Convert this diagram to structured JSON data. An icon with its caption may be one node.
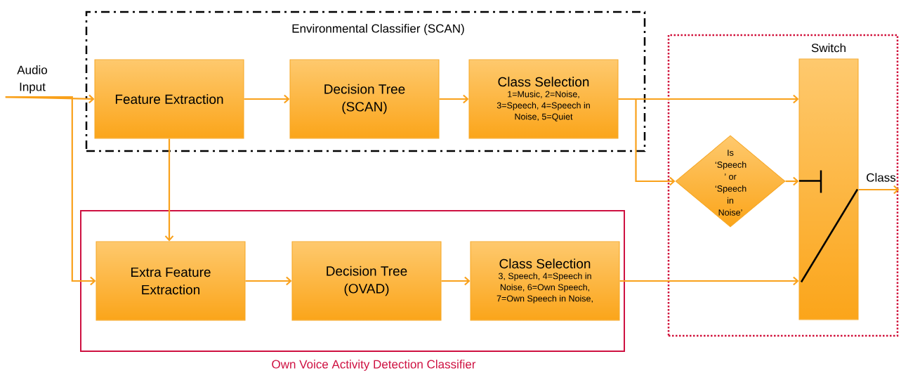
{
  "diagram": {
    "nodes": [
      {
        "text": [
          "Environmental Classifier (SCAN)"
        ]
      },
      {
        "text": [
          "Feature Extraction"
        ],
        "in": 0
      },
      {
        "text": [
          "Decision Tree (SCAN)"
        ],
        "in": 0
      },
      {
        "text": [
          "Class Selection",
          "1=Music, 2=Noise, 3=Speech, 4=Speech in Noise, 5=Quiet"
        ],
        "in": 0
      },
      {
        "text": [
          "Own Voice Activity Detection Classifier"
        ]
      },
      {
        "text": [
          "Extra Feature Extraction"
        ],
        "in": 4
      },
      {
        "text": [
          "Decision Tree (OVAD)"
        ],
        "in": 4
      },
      {
        "text": [
          "Class Selection",
          "3, Speech, 4=Speech in Noise, 6=Own Speech, 7=Own Speech in Noise,"
        ],
        "in": 4
      },
      {
        "text": [],
        "shape": "box"
      },
      {
        "text": [
          "Is ‘Speech ’ or ‘Speech in Noise’"
        ],
        "in": 8
      },
      {
        "text": [
          "Switch"
        ],
        "in": 8
      },
      {
        "text": [
          "Audio Input"
        ]
      }
    ],
    "edges": [
      {
        "from": 11,
        "to": 1,
        "arrow": "to"
      },
      {
        "from": 11,
        "to": 5,
        "arrow": "to"
      },
      {
        "from": 1,
        "to": 2,
        "arrow": "to"
      },
      {
        "from": 2,
        "to": 3,
        "arrow": "to"
      },
      {
        "from": 1,
        "to": 5,
        "arrow": "to"
      },
      {
        "from": 5,
        "to": 6,
        "arrow": "to"
      },
      {
        "from": 6,
        "to": 7,
        "arrow": "to"
      },
      {
        "from": 3,
        "to": 10,
        "arrow": "to"
      },
      {
        "from": 3,
        "to": 9,
        "arrow": "to"
      },
      {
        "from": 9,
        "to": 10,
        "arrow": "to"
      },
      {
        "from": 7,
        "to": 10,
        "arrow": "to"
      },
      {
        "from": 10,
        "to": null,
        "arrow": "to",
        "label": "Class"
      }
    ]
  }
}
